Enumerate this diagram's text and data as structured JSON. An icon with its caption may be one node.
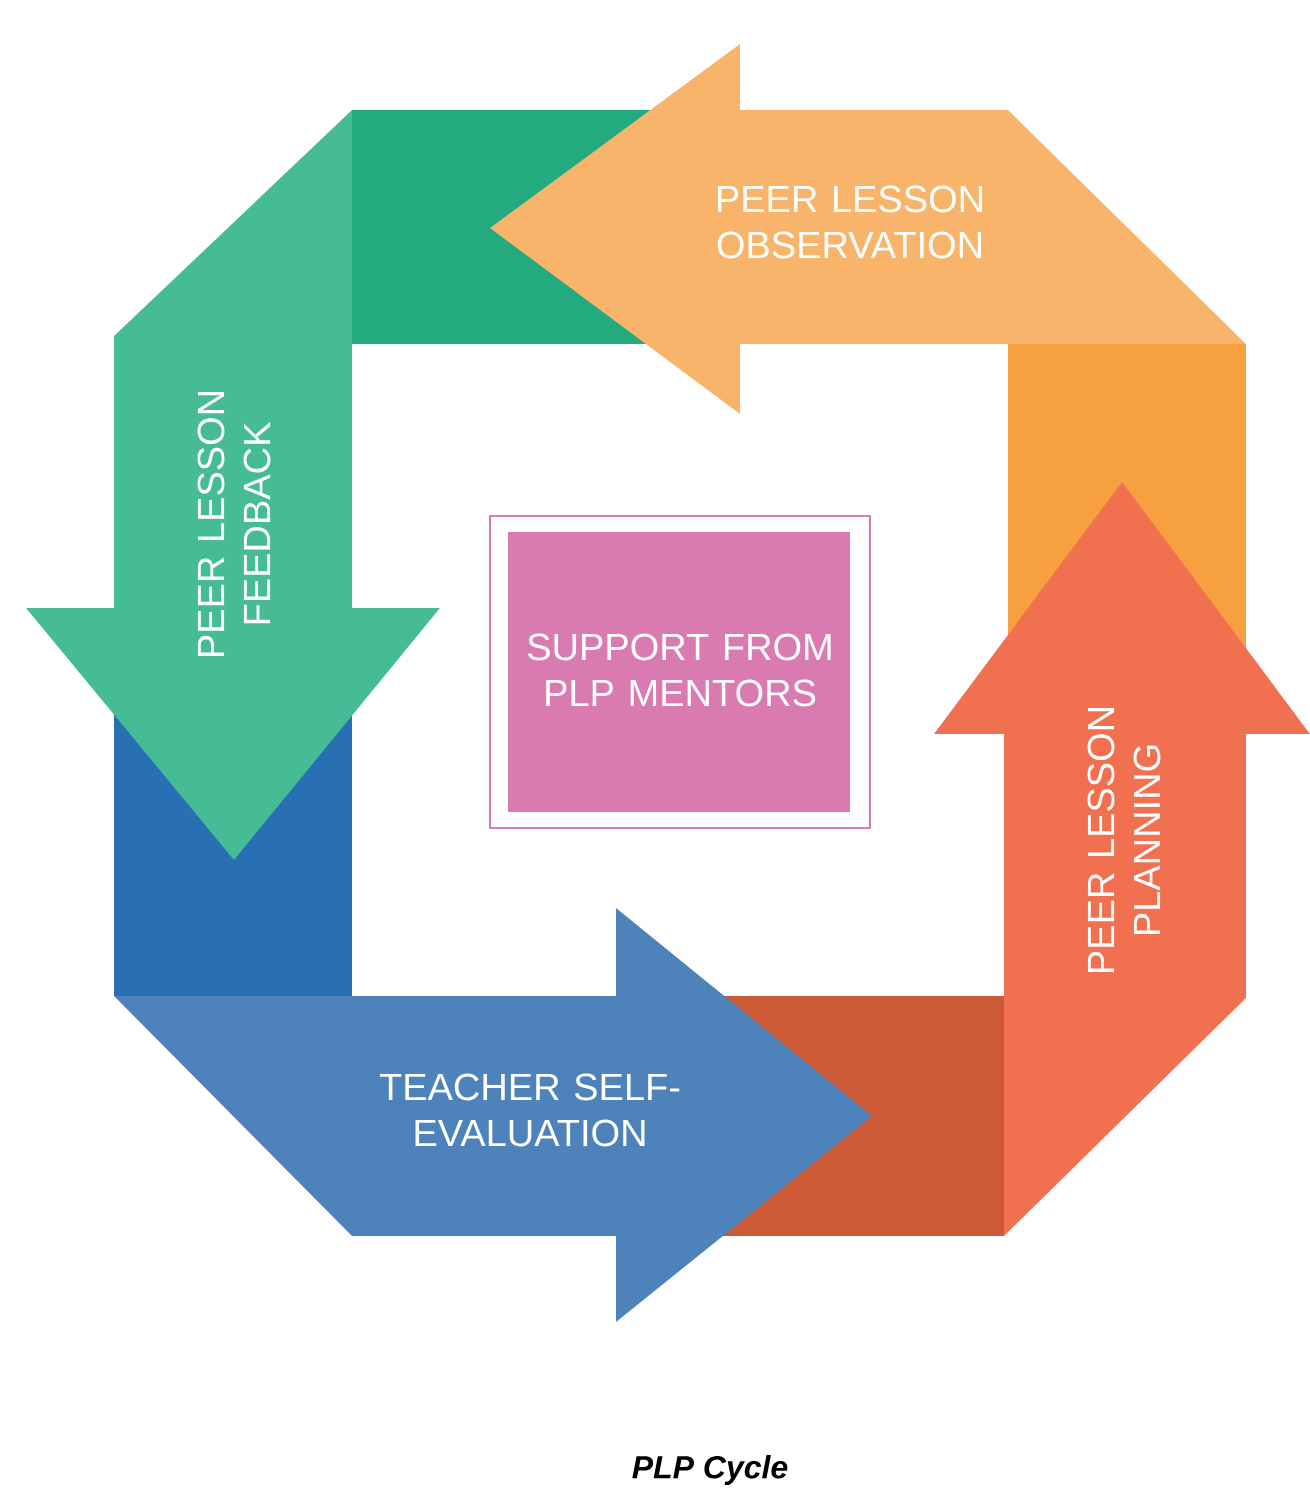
{
  "diagram": {
    "caption": "PLP Cycle",
    "nodes": [
      {
        "text": [
          "PEER LESSON OBSERVATION"
        ]
      },
      {
        "text": [
          "PEER LESSON FEEDBACK"
        ]
      },
      {
        "text": [
          "SUPPORT FROM PLP MENTORS"
        ]
      },
      {
        "text": [
          "PEER LESSON PLANNING"
        ]
      },
      {
        "text": [
          "TEACHER SELF-EVALUATION"
        ]
      }
    ]
  }
}
